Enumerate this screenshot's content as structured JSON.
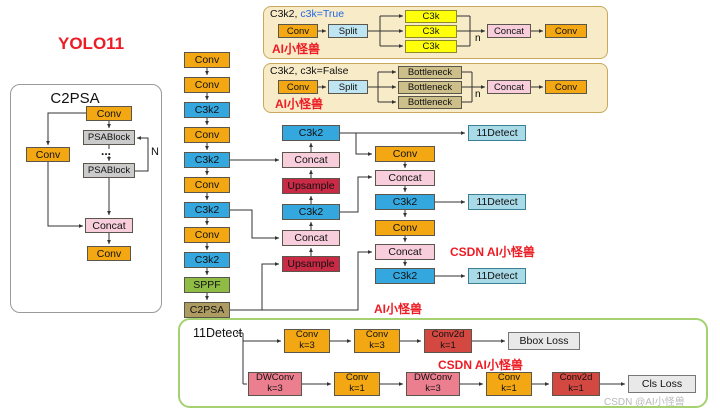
{
  "title": "YOLO11",
  "watermark": "CSDN @AI小怪兽",
  "badges": {
    "ai_1": "AI小怪兽",
    "ai_2": "AI小怪兽",
    "ai_3": "AI小怪兽",
    "csdn_1": "CSDN AI小怪兽",
    "csdn_2": "CSDN AI小怪兽"
  },
  "c3k2_true": {
    "header_prefix": "C3k2, ",
    "header_flag": "c3k=True",
    "conv_in": "Conv",
    "split": "Split",
    "c3k": [
      "C3k",
      "C3k",
      "C3k"
    ],
    "repeat": "n",
    "concat": "Concat",
    "conv_out": "Conv"
  },
  "c3k2_false": {
    "header": "C3k2, c3k=False",
    "conv_in": "Conv",
    "split": "Split",
    "bottleneck": [
      "Bottleneck",
      "Bottleneck",
      "Bottleneck"
    ],
    "repeat": "n",
    "concat": "Concat",
    "conv_out": "Conv"
  },
  "c2psa": {
    "title": "C2PSA",
    "conv_in": "Conv",
    "psablock_1": "PSABlock",
    "ellipsis": "...",
    "repeat": "N",
    "psablock_2": "PSABlock",
    "conv_skip": "Conv",
    "concat": "Concat",
    "conv_out": "Conv"
  },
  "backbone": [
    "Conv",
    "Conv",
    "C3k2",
    "Conv",
    "C3k2",
    "Conv",
    "C3k2",
    "Conv",
    "C3k2",
    "SPPF",
    "C2PSA"
  ],
  "neck_mid": [
    "C3k2",
    "Concat",
    "Upsample",
    "C3k2",
    "Concat",
    "Upsample"
  ],
  "neck_right": [
    "Conv",
    "Concat",
    "C3k2",
    "Conv",
    "Concat",
    "C3k2"
  ],
  "detect_heads": [
    "11Detect",
    "11Detect",
    "11Detect"
  ],
  "detect_panel": {
    "title": "11Detect",
    "box_branch": [
      {
        "name": "Conv",
        "k": "k=3"
      },
      {
        "name": "Conv",
        "k": "k=3"
      },
      {
        "name": "Conv2d",
        "k": "k=1"
      }
    ],
    "box_loss": "Bbox Loss",
    "cls_branch": [
      {
        "name": "DWConv",
        "k": "k=3"
      },
      {
        "name": "Conv",
        "k": "k=1"
      },
      {
        "name": "DWConv",
        "k": "k=3"
      },
      {
        "name": "Conv",
        "k": "k=1"
      },
      {
        "name": "Conv2d",
        "k": "k=1"
      }
    ],
    "cls_loss": "Cls Loss"
  }
}
